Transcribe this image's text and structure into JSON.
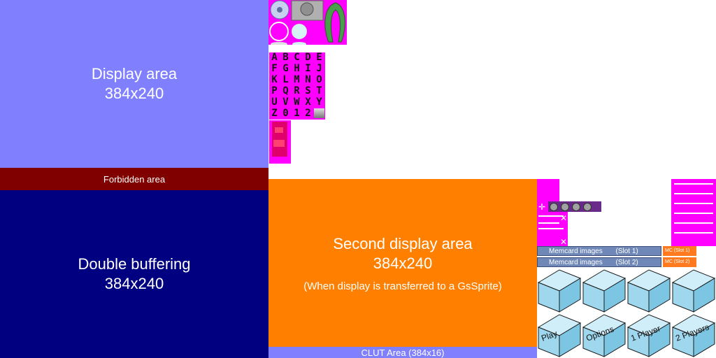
{
  "regions": {
    "display": {
      "title": "Display area",
      "size": "384x240",
      "color": "#8080ff"
    },
    "forbidden": {
      "title": "Forbidden area",
      "color": "#800000"
    },
    "double_buffer": {
      "title": "Double buffering",
      "size": "384x240",
      "color": "#000080"
    },
    "second_display": {
      "title": "Second display area",
      "size": "384x240",
      "note": "(When display is transferred to a GsSprite)",
      "color": "#ff8000"
    },
    "clut": {
      "title": "CLUT Area (384x16)",
      "color": "#8080ff"
    }
  },
  "font_letters": [
    "A",
    "B",
    "C",
    "D",
    "E",
    "F",
    "G",
    "H",
    "I",
    "J",
    "K",
    "L",
    "M",
    "N",
    "O",
    "P",
    "Q",
    "R",
    "S",
    "T",
    "U",
    "V",
    "W",
    "X",
    "Y",
    "Z",
    "0",
    "1",
    "2",
    ""
  ],
  "memcard": {
    "rows": [
      {
        "label": "Memcard images",
        "slot": "(Slot 1)",
        "tag": "MC (Slot 1)"
      },
      {
        "label": "Memcard images",
        "slot": "(Slot 2)",
        "tag": "MC (Slot 2)"
      }
    ]
  },
  "menu_buttons": [
    "Play",
    "Options",
    "1 Player",
    "2 Players"
  ],
  "sprite_accent": "#ff00ff"
}
